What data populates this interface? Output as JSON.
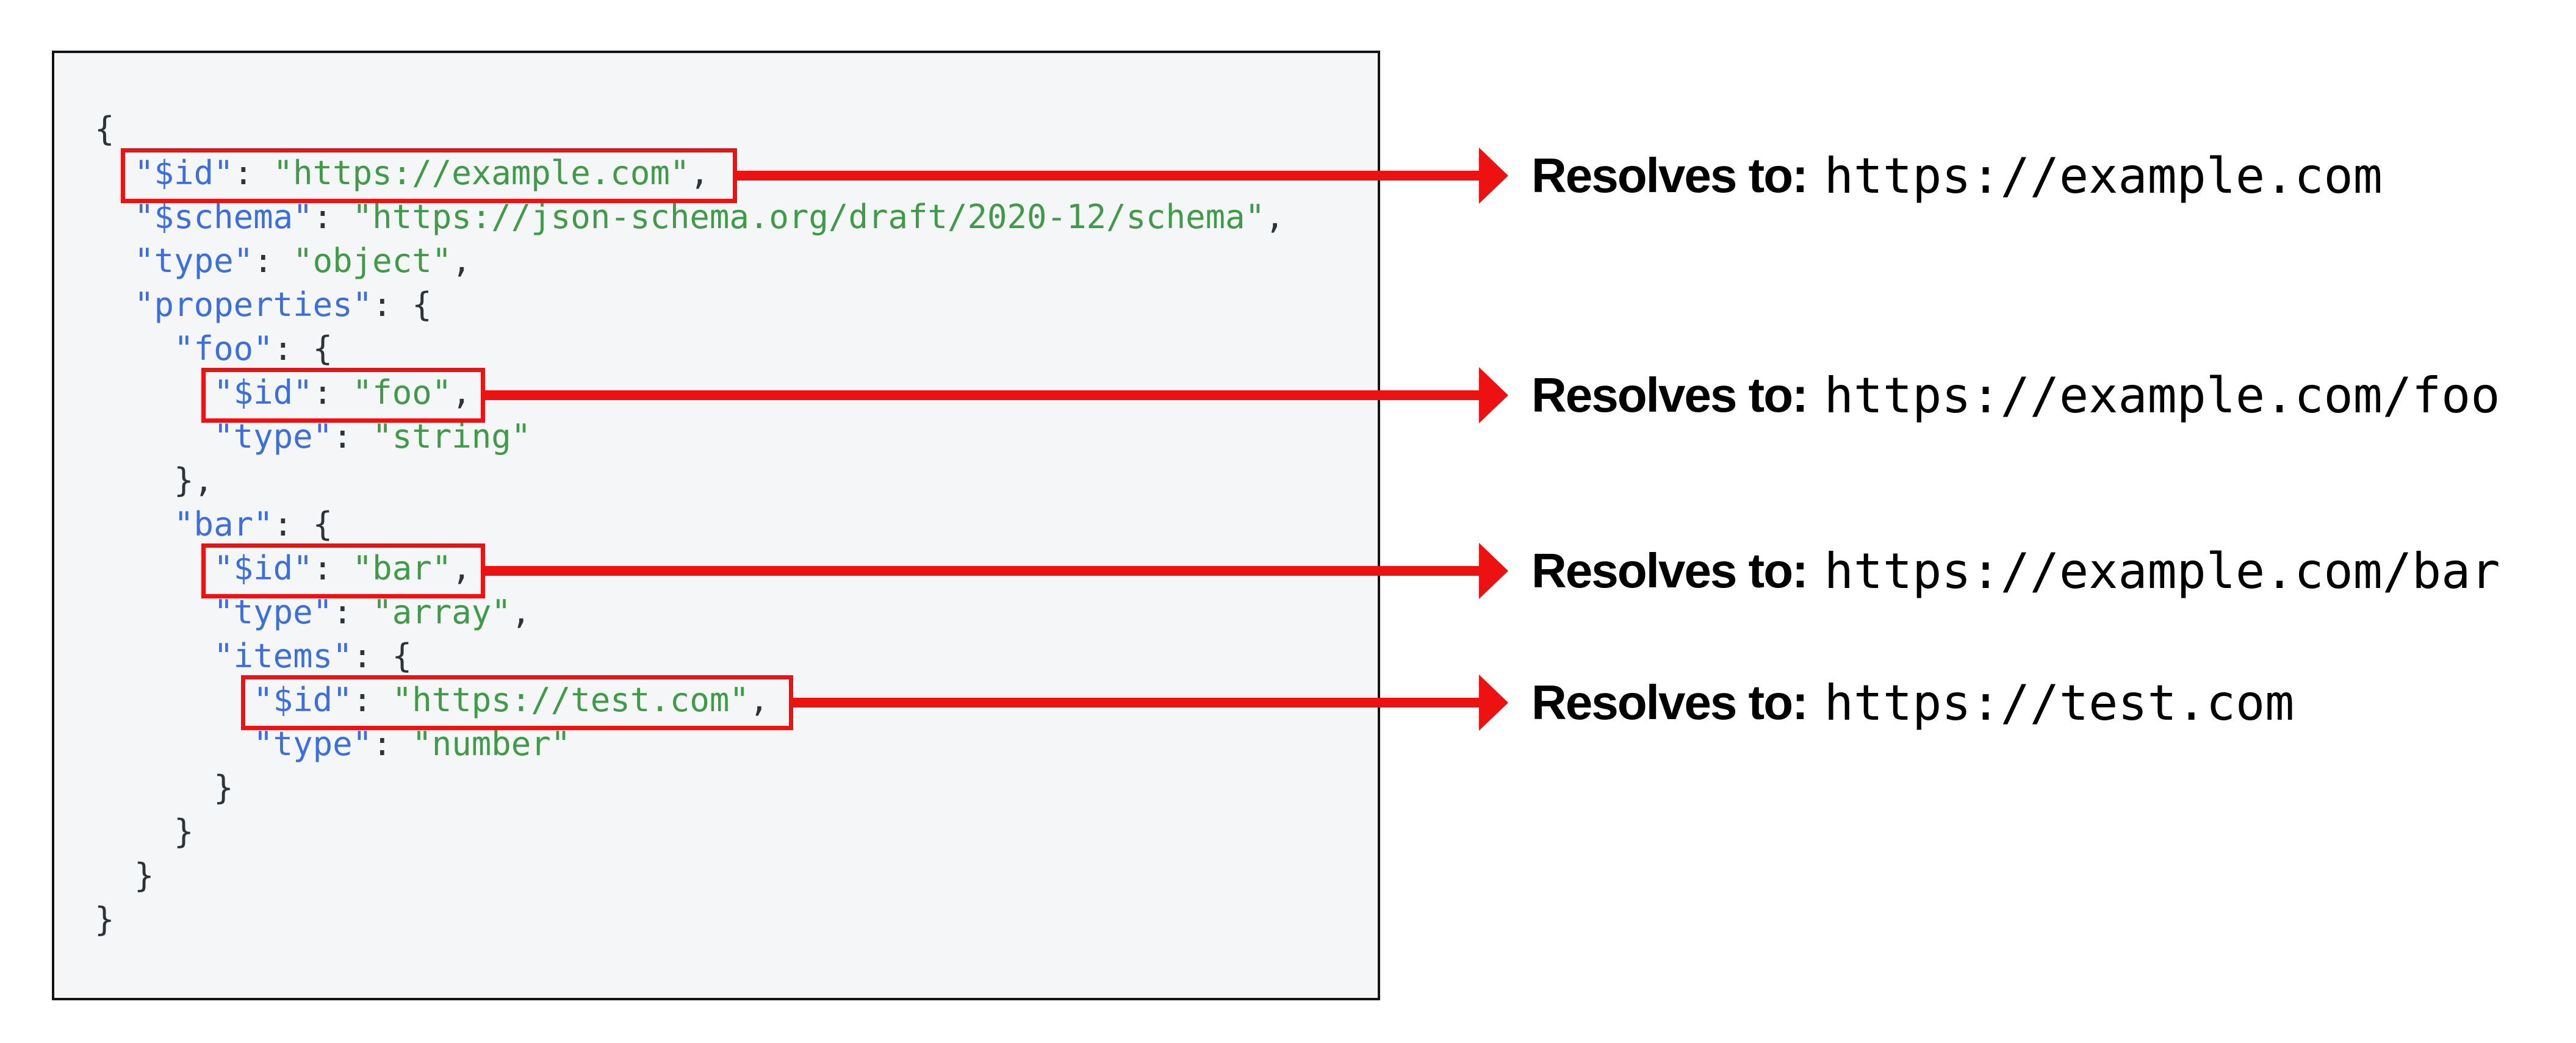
{
  "colors": {
    "accent_red": "#ee1111",
    "panel_background": "#f5f6f7",
    "panel_border": "#141414",
    "key_blue": "#3c6edc",
    "string_green": "#3f9b47",
    "punctuation_dark": "#2e3338"
  },
  "code": {
    "language": "json",
    "lines": [
      [
        {
          "c": "p",
          "v": "{"
        }
      ],
      [
        {
          "c": "p",
          "v": "  "
        },
        {
          "c": "k",
          "v": "\"$id\""
        },
        {
          "c": "p",
          "v": ": "
        },
        {
          "c": "s",
          "v": "\"https://example.com\""
        },
        {
          "c": "p",
          "v": ","
        }
      ],
      [
        {
          "c": "p",
          "v": "  "
        },
        {
          "c": "k",
          "v": "\"$schema\""
        },
        {
          "c": "p",
          "v": ": "
        },
        {
          "c": "s",
          "v": "\"https://json-schema.org/draft/2020-12/schema\""
        },
        {
          "c": "p",
          "v": ","
        }
      ],
      [
        {
          "c": "p",
          "v": "  "
        },
        {
          "c": "k",
          "v": "\"type\""
        },
        {
          "c": "p",
          "v": ": "
        },
        {
          "c": "s",
          "v": "\"object\""
        },
        {
          "c": "p",
          "v": ","
        }
      ],
      [
        {
          "c": "p",
          "v": "  "
        },
        {
          "c": "k",
          "v": "\"properties\""
        },
        {
          "c": "p",
          "v": ": {"
        }
      ],
      [
        {
          "c": "p",
          "v": "    "
        },
        {
          "c": "k",
          "v": "\"foo\""
        },
        {
          "c": "p",
          "v": ": {"
        }
      ],
      [
        {
          "c": "p",
          "v": "      "
        },
        {
          "c": "k",
          "v": "\"$id\""
        },
        {
          "c": "p",
          "v": ": "
        },
        {
          "c": "s",
          "v": "\"foo\""
        },
        {
          "c": "p",
          "v": ","
        }
      ],
      [
        {
          "c": "p",
          "v": "      "
        },
        {
          "c": "k",
          "v": "\"type\""
        },
        {
          "c": "p",
          "v": ": "
        },
        {
          "c": "s",
          "v": "\"string\""
        }
      ],
      [
        {
          "c": "p",
          "v": "    },"
        }
      ],
      [
        {
          "c": "p",
          "v": "    "
        },
        {
          "c": "k",
          "v": "\"bar\""
        },
        {
          "c": "p",
          "v": ": {"
        }
      ],
      [
        {
          "c": "p",
          "v": "      "
        },
        {
          "c": "k",
          "v": "\"$id\""
        },
        {
          "c": "p",
          "v": ": "
        },
        {
          "c": "s",
          "v": "\"bar\""
        },
        {
          "c": "p",
          "v": ","
        }
      ],
      [
        {
          "c": "p",
          "v": "      "
        },
        {
          "c": "k",
          "v": "\"type\""
        },
        {
          "c": "p",
          "v": ": "
        },
        {
          "c": "s",
          "v": "\"array\""
        },
        {
          "c": "p",
          "v": ","
        }
      ],
      [
        {
          "c": "p",
          "v": "      "
        },
        {
          "c": "k",
          "v": "\"items\""
        },
        {
          "c": "p",
          "v": ": {"
        }
      ],
      [
        {
          "c": "p",
          "v": "        "
        },
        {
          "c": "k",
          "v": "\"$id\""
        },
        {
          "c": "p",
          "v": ": "
        },
        {
          "c": "s",
          "v": "\"https://test.com\""
        },
        {
          "c": "p",
          "v": ","
        }
      ],
      [
        {
          "c": "p",
          "v": "        "
        },
        {
          "c": "k",
          "v": "\"type\""
        },
        {
          "c": "p",
          "v": ": "
        },
        {
          "c": "s",
          "v": "\"number\""
        }
      ],
      [
        {
          "c": "p",
          "v": "      }"
        }
      ],
      [
        {
          "c": "p",
          "v": "    }"
        }
      ],
      [
        {
          "c": "p",
          "v": "  }"
        }
      ],
      [
        {
          "c": "p",
          "v": "}"
        }
      ]
    ]
  },
  "highlights": [
    {
      "boxed_text": "\"$id\": \"https://example.com\",",
      "resolves_to": "https://example.com"
    },
    {
      "boxed_text": "\"$id\": \"foo\",",
      "resolves_to": "https://example.com/foo"
    },
    {
      "boxed_text": "\"$id\": \"bar\",",
      "resolves_to": "https://example.com/bar"
    },
    {
      "boxed_text": "\"$id\": \"https://test.com\",",
      "resolves_to": "https://test.com"
    }
  ],
  "annotations": [
    {
      "label": "Resolves to:",
      "url": "https://example.com"
    },
    {
      "label": "Resolves to:",
      "url": "https://example.com/foo"
    },
    {
      "label": "Resolves to:",
      "url": "https://example.com/bar"
    },
    {
      "label": "Resolves to:",
      "url": "https://test.com"
    }
  ]
}
